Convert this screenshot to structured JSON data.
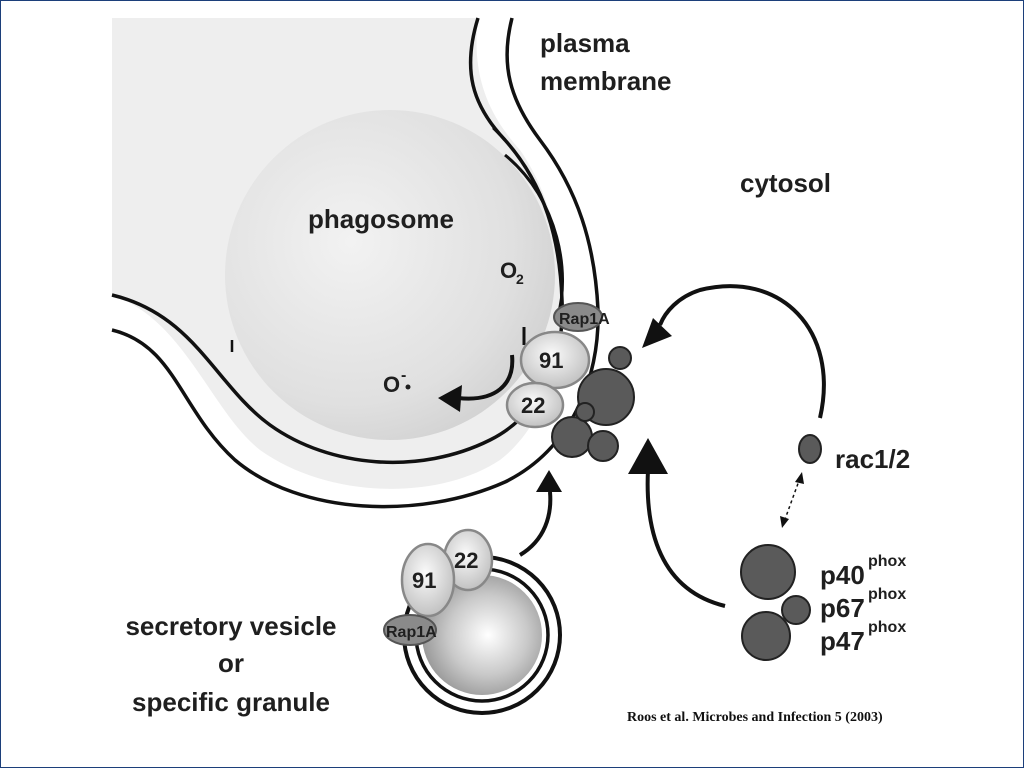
{
  "labels": {
    "plasma_membrane_line1": "plasma",
    "plasma_membrane_line2": "membrane",
    "cytosol": "cytosol",
    "phagosome": "phagosome",
    "o2_letter": "O",
    "o2_subscript": "2",
    "superoxide_letter": "O",
    "superoxide_charge": "-",
    "rap1a_membrane": "Rap1A",
    "gp91_membrane": "91",
    "p22_membrane": "22",
    "rac": "rac1/2",
    "p40": "p40",
    "p67": "p67",
    "p47": "p47",
    "phox": "phox",
    "gp91_vesicle": "91",
    "p22_vesicle": "22",
    "rap1a_vesicle": "Rap1A",
    "vesicle_line1": "secretory vesicle",
    "vesicle_line2": "or",
    "vesicle_line3": "specific granule"
  },
  "citation": "Roos et al. Microbes and Infection 5 (2003)",
  "colors": {
    "cell_fill": "#eeeeee",
    "membrane": "#111111",
    "subunit_dark": "#5a5a5a",
    "subunit_light": "#e2e2e2",
    "slide_border": "#1c3f7a"
  }
}
